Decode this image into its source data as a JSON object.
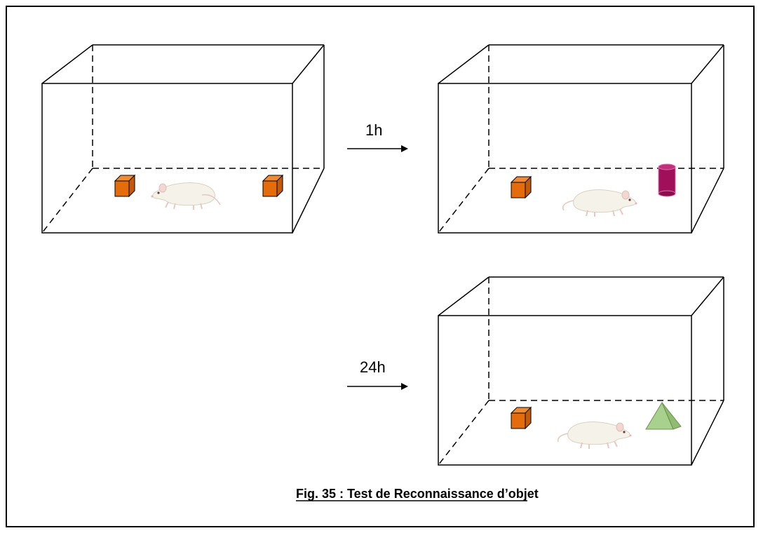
{
  "arrows": {
    "first_label": "1h",
    "second_label": "24h"
  },
  "caption": "Fig. 35 : Test de Reconnaissance d’objet",
  "colors": {
    "cube": "#e46c0a",
    "cylinder": "#a0105a",
    "pyramid": "#a9d18e",
    "outline": "#000000"
  },
  "objects": {
    "training": [
      "cube",
      "cube"
    ],
    "test_1h": [
      "cube",
      "cylinder"
    ],
    "test_24h": [
      "cube",
      "pyramid"
    ]
  }
}
